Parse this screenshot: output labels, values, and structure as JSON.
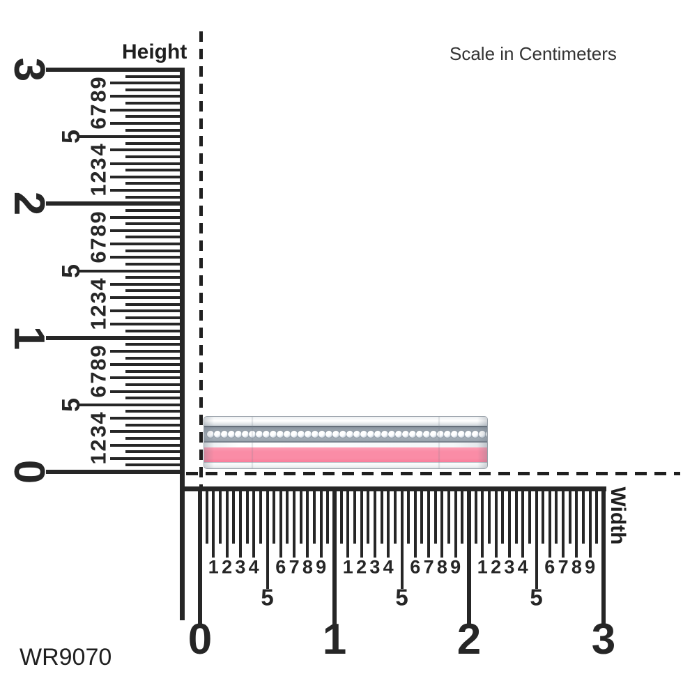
{
  "page": {
    "background_color": "#ffffff",
    "scale_note": "Scale in Centimeters",
    "product_code": "WR9070",
    "ink_color": "#262626"
  },
  "vertical_ruler": {
    "label": "Height",
    "unit": "cm",
    "range_cm": [
      0,
      3
    ],
    "major_labels": [
      "0",
      "1",
      "2",
      "3"
    ],
    "mm_labels": [
      "1",
      "2",
      "3",
      "4",
      "5",
      "6",
      "7",
      "8",
      "9"
    ],
    "segments": 3
  },
  "horizontal_ruler": {
    "label": "Width",
    "unit": "cm",
    "range_cm": [
      0,
      3
    ],
    "major_labels": [
      "0",
      "1",
      "2",
      "3"
    ],
    "mm_labels": [
      "1",
      "2",
      "3",
      "4",
      "5",
      "6",
      "7",
      "8",
      "9"
    ],
    "segments": 3
  },
  "ring": {
    "diamond_count": 42,
    "colors": {
      "enamel_pink": "#FA8CA6",
      "metal_white": "#FFFFFF",
      "metal_shadow": "#C6CDD3",
      "metal_outline": "#99A1A9",
      "pave_channel": "#97A0AA",
      "diamond_white": "#FFFFFF"
    }
  }
}
